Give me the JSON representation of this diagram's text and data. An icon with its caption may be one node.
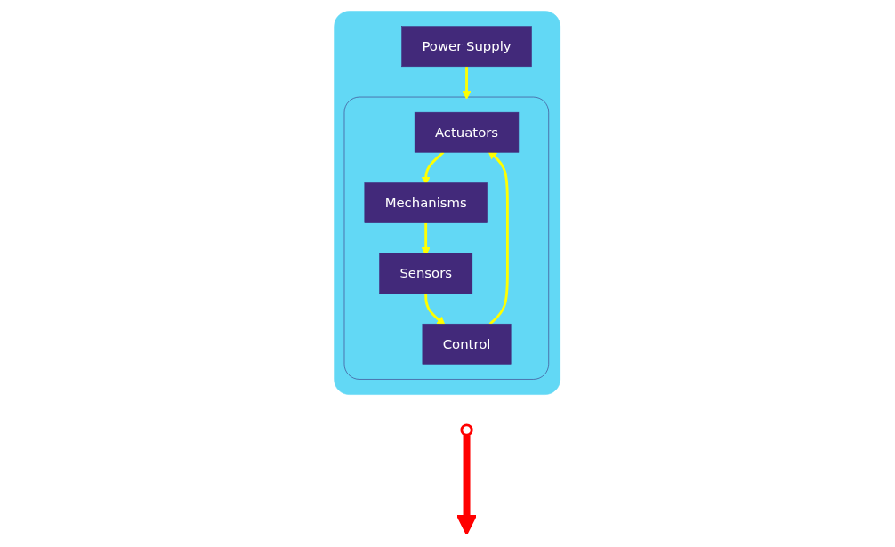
{
  "diagram": {
    "nodes": [
      {
        "text": [],
        "shape": "box"
      },
      {
        "text": [],
        "shape": "box",
        "in": 0
      },
      {
        "text": [
          "Actuators"
        ],
        "in": 1
      },
      {
        "text": [
          "Mechanisms"
        ],
        "in": 1
      },
      {
        "text": [
          "Control"
        ],
        "in": 1
      },
      {
        "text": [
          "Sensors"
        ],
        "in": 1
      },
      {
        "text": [
          "Power Supply"
        ],
        "in": 0
      },
      {
        "text": [],
        "shape": "circle"
      }
    ],
    "edges": [
      {
        "from": 2,
        "to": 3,
        "arrow": "to"
      },
      {
        "from": 3,
        "to": 5,
        "arrow": "to"
      },
      {
        "from": 5,
        "to": 4,
        "arrow": "to"
      },
      {
        "from": 4,
        "to": 2,
        "arrow": "to"
      },
      {
        "from": 6,
        "to": 1,
        "arrow": "to"
      },
      {
        "from": 7,
        "to": null,
        "arrow": "to",
        "style": "thick",
        "color": "#ff0000"
      }
    ]
  }
}
